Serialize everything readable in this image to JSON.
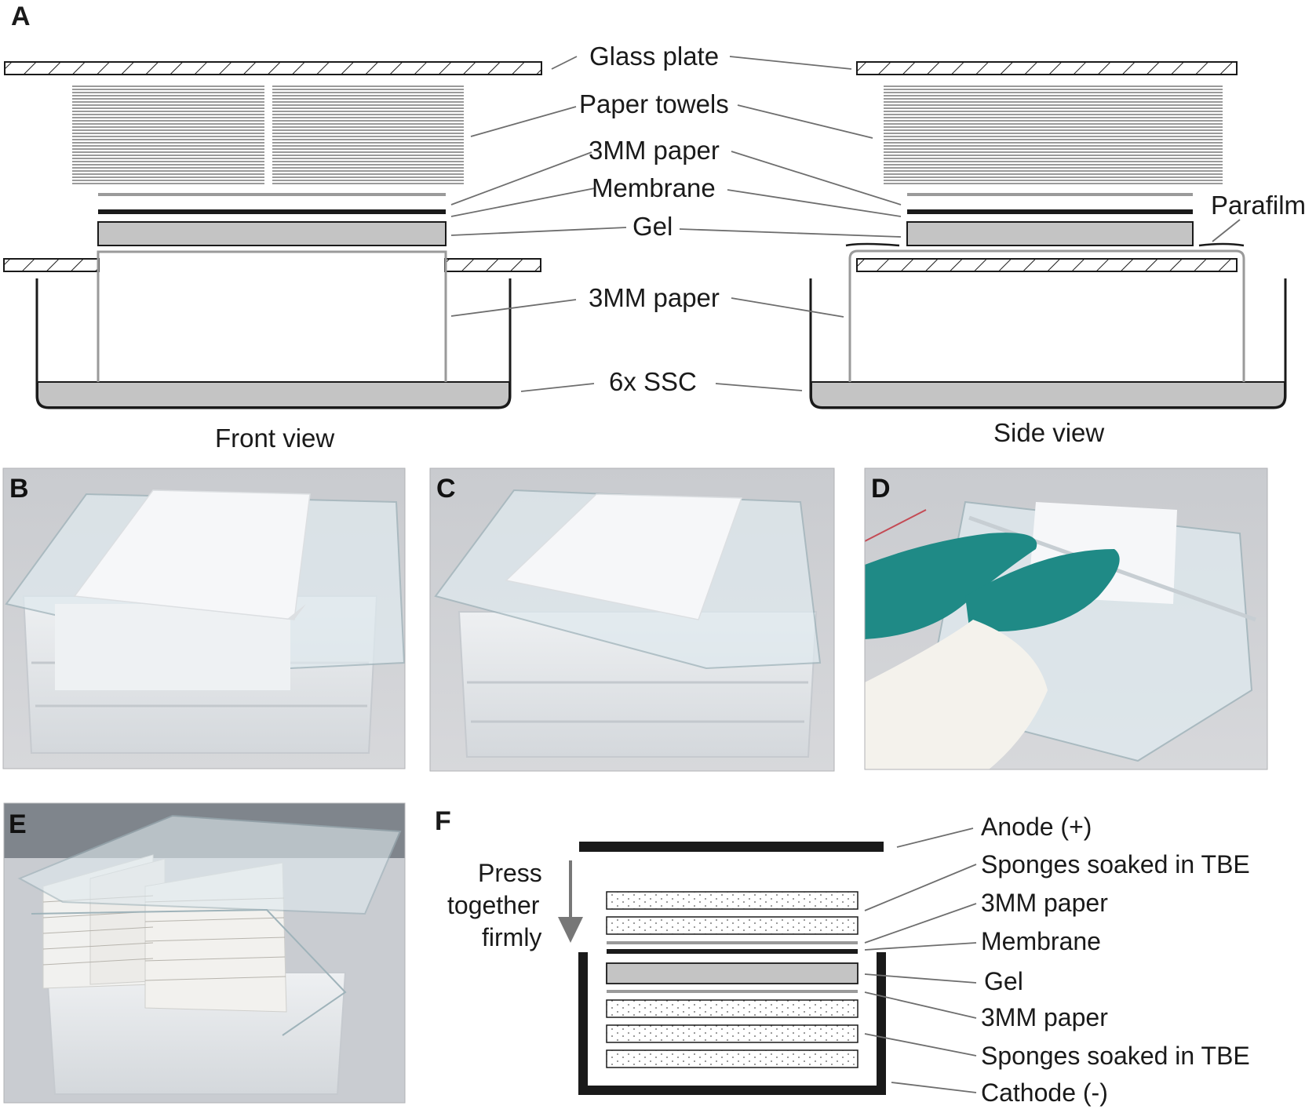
{
  "panels": {
    "a": "A",
    "b": "B",
    "c": "C",
    "d": "D",
    "e": "E",
    "f": "F"
  },
  "panel_a": {
    "glass_plate": "Glass plate",
    "paper_towels": "Paper towels",
    "paper_3mm_top": "3MM paper",
    "membrane": "Membrane",
    "gel": "Gel",
    "parafilm": "Parafilm",
    "paper_3mm_bottom": "3MM paper",
    "ssc": "6x SSC",
    "front_view": "Front view",
    "side_view": "Side view"
  },
  "panel_f": {
    "press_line1": "Press",
    "press_line2": "together",
    "press_line3": "firmly",
    "anode": "Anode (+)",
    "sponges_top": "Sponges soaked in TBE",
    "paper_3mm_top": "3MM paper",
    "membrane": "Membrane",
    "gel": "Gel",
    "paper_3mm_bottom": "3MM paper",
    "sponges_bottom": "Sponges soaked in TBE",
    "cathode": "Cathode (-)"
  },
  "colors": {
    "gel_fill": "#c4c4c4",
    "line": "#1a1a1a",
    "leader": "#6e6e6e",
    "paper_line": "#9a9a9a",
    "glove": "#1f8a86"
  }
}
